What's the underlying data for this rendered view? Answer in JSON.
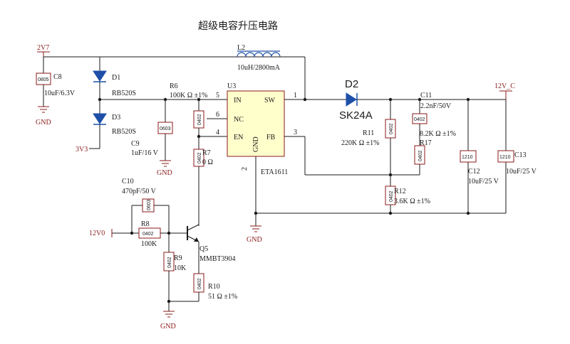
{
  "title": "超级电容升压电路",
  "nets": {
    "vin": "2V7",
    "vout": "12V_C",
    "ctrl": "12V0",
    "gnd": "GND",
    "v3": "3V3"
  },
  "components": {
    "c8": {
      "ref": "C8",
      "value": "10uF/6.3V",
      "pkg": "0805"
    },
    "d1": {
      "ref": "D1",
      "value": "RB520S"
    },
    "d3": {
      "ref": "D3",
      "value": "RB520S"
    },
    "r6": {
      "ref": "R6",
      "value": "100K Ω ±1%",
      "pkg": "0402"
    },
    "c9": {
      "ref": "C9",
      "value": "1uF/16 V",
      "pkg": "0603"
    },
    "l2": {
      "ref": "L2",
      "value": "10uH/2800mA"
    },
    "u3": {
      "ref": "U3",
      "name": "ETA1611",
      "pins": {
        "in": "IN",
        "nc": "NC",
        "en": "EN",
        "gnd": "GND",
        "sw": "SW",
        "fb": "FB"
      },
      "pin_numbers": {
        "in": "5",
        "nc": "6",
        "en": "4",
        "gnd": "2",
        "sw": "1",
        "fb": "3"
      }
    },
    "r7": {
      "ref": "R7",
      "value": "0 Ω",
      "pkg": "0402"
    },
    "d2": {
      "ref": "D2",
      "value": "SK24A"
    },
    "c11": {
      "ref": "C11",
      "value": "2.2nF/50V",
      "pkg": "0402"
    },
    "r11": {
      "ref": "R11",
      "value": "220K Ω ±1%",
      "pkg": "0402"
    },
    "r17": {
      "ref": "R17",
      "value": "8.2K Ω ±1%",
      "pkg": "0402"
    },
    "r12": {
      "ref": "R12",
      "value": "3.6K Ω ±1%",
      "pkg": "0402"
    },
    "c12": {
      "ref": "C12",
      "value": "10uF/25 V",
      "pkg": "1210"
    },
    "c13": {
      "ref": "C13",
      "value": "10uF/25 V",
      "pkg": "1210"
    },
    "c10": {
      "ref": "C10",
      "value": "470pF/50 V",
      "pkg": "0603"
    },
    "r8": {
      "ref": "R8",
      "value": "100K",
      "pkg": "0402"
    },
    "r9": {
      "ref": "R9",
      "value": "10K",
      "pkg": "0402"
    },
    "r10": {
      "ref": "R10",
      "value": "51 Ω ±1%",
      "pkg": "0402"
    },
    "q5": {
      "ref": "Q5",
      "value": "MMBT3904"
    }
  }
}
